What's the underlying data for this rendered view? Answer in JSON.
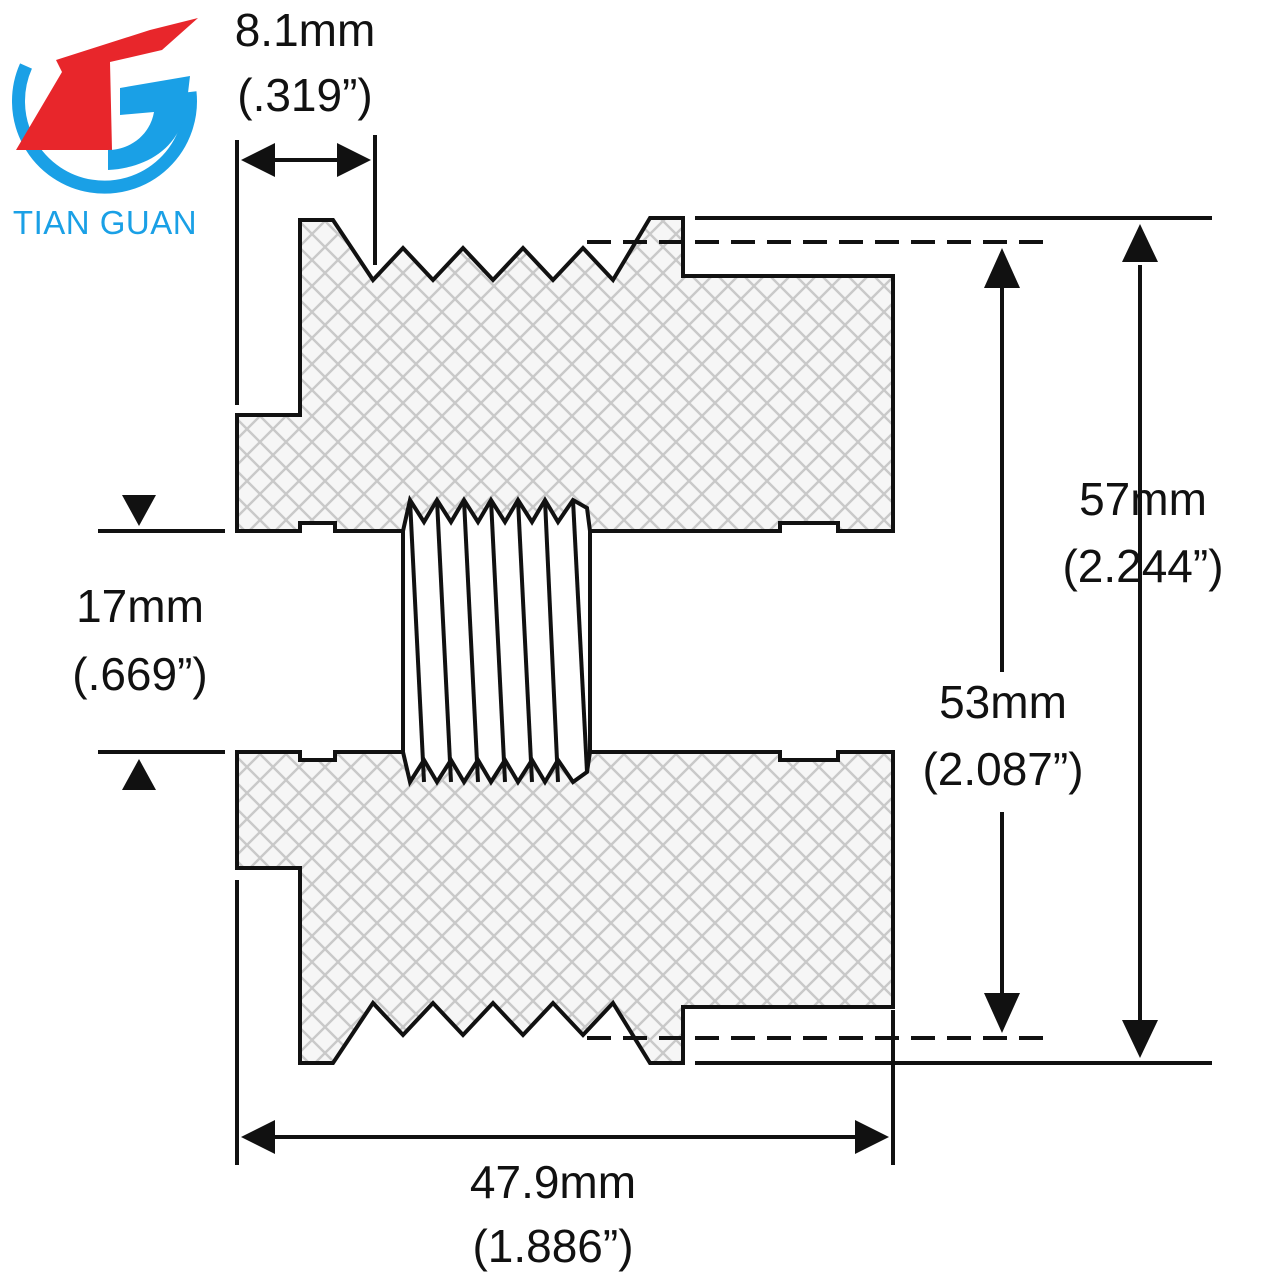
{
  "brand": {
    "name": "TIAN GUAN",
    "colors": {
      "red": "#e8262b",
      "blue": "#1aa0e6"
    },
    "icon": "tg-logo"
  },
  "dimensions": {
    "shoulder_width": {
      "metric": "8.1mm",
      "imperial": "(.319”)"
    },
    "bore": {
      "metric": "17mm",
      "imperial": "(.669”)"
    },
    "outer_diameter": {
      "metric": "57mm",
      "imperial": "(2.244”)"
    },
    "groove_diameter": {
      "metric": "53mm",
      "imperial": "(2.087”)"
    },
    "overall_length": {
      "metric": "47.9mm",
      "imperial": "(1.886”)"
    }
  },
  "colors": {
    "line": "#111111",
    "hatch": "#c9c9c9",
    "hatch_bg": "#f6f6f6"
  }
}
